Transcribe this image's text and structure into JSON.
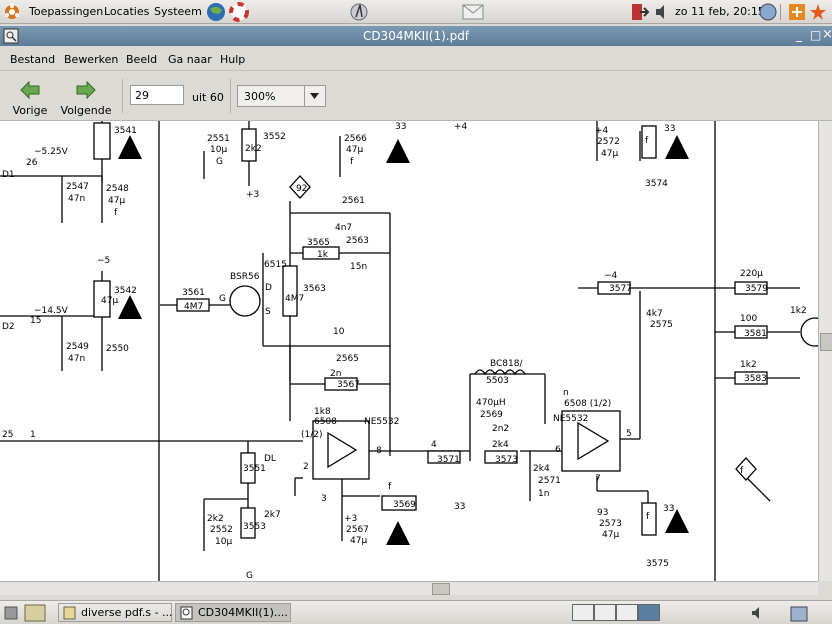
{
  "top_panel": {
    "menus": [
      "Toepassingen",
      "Locaties",
      "Systeem"
    ],
    "clock": "zo 11 feb, 20:15"
  },
  "window": {
    "title": "CD304MKII(1).pdf",
    "controls": [
      "_",
      "□",
      "×"
    ]
  },
  "menubar": {
    "items": [
      "Bestand",
      "Bewerken",
      "Beeld",
      "Ga naar",
      "Hulp"
    ]
  },
  "toolbar": {
    "prev_label": "Vorige",
    "next_label": "Volgende",
    "page_value": "29",
    "page_of": "uit 60",
    "zoom_value": "300%"
  },
  "schematic": {
    "labels": [
      "3541",
      "−5.25V",
      "26",
      "D1",
      "2547",
      "47n",
      "2548",
      "47µ",
      "f",
      "2551",
      "10µ",
      "G",
      "2k2",
      "3552",
      "+3",
      "2566",
      "47µ",
      "f",
      "33",
      "+4",
      "92",
      "2561",
      "4n7",
      "3565",
      "1k",
      "2563",
      "15n",
      "6515",
      "BSR56",
      "D",
      "S",
      "3561",
      "4M7",
      "G",
      "3563",
      "4M7",
      "−5",
      "3542",
      "−14.5V",
      "15",
      "D2",
      "2549",
      "47n",
      "2550",
      "47µ",
      "10",
      "2565",
      "2n",
      "3567",
      "1k8",
      "6508",
      "NE5532",
      "(1/2)",
      "2",
      "3",
      "8",
      "1",
      "25",
      "DL",
      "3551",
      "2k7",
      "3553",
      "2k2",
      "2552",
      "10µ",
      "G",
      "+3",
      "2567",
      "47µ",
      "f",
      "3569",
      "33",
      "+4",
      "2572",
      "47µ",
      "f",
      "33",
      "3574",
      "−4",
      "3577",
      "4k7",
      "2575",
      "220µ",
      "3579",
      "100",
      "3581",
      "1k2",
      "3583",
      "1k2",
      "BC818/",
      "5503",
      "470µH",
      "2569",
      "2n2",
      "n",
      "6508 (1/2)",
      "NE5532",
      "6",
      "5",
      "7",
      "4",
      "3571",
      "2k4",
      "3573",
      "2k4",
      "2571",
      "1n",
      "f",
      "93",
      "2573",
      "47µ",
      "f",
      "33",
      "3575",
      "−4"
    ]
  },
  "taskbar": {
    "tasks": [
      "diverse pdf.s - ...",
      "CD304MKII(1)...."
    ]
  }
}
